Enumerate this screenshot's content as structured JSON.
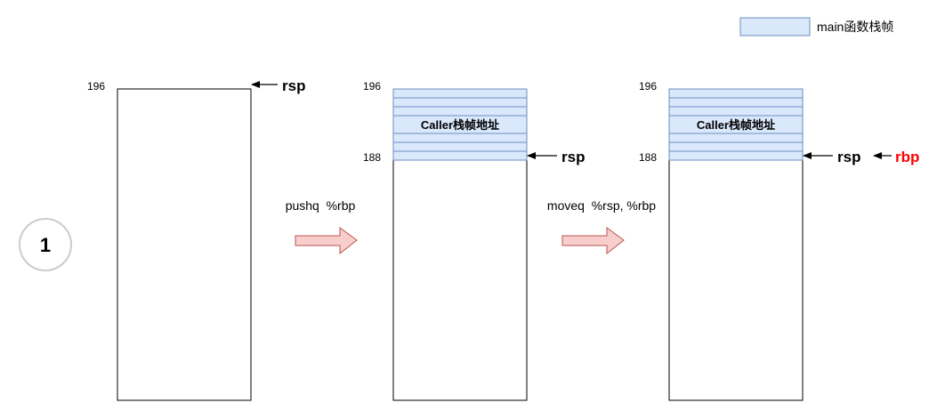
{
  "legend": {
    "label": "main函数栈帧",
    "fill": "#dae8fc",
    "stroke": "#6c8ebf"
  },
  "step_badge": {
    "number": "1"
  },
  "stages": [
    {
      "top_address": "196",
      "pointer_label": "rsp"
    },
    {
      "top_address": "196",
      "filled_label": "Caller栈帧地址",
      "filled_address": "188",
      "pointer_label": "rsp"
    },
    {
      "top_address": "196",
      "filled_label": "Caller栈帧地址",
      "filled_address": "188",
      "pointer_label": "rsp",
      "second_pointer_label": "rbp"
    }
  ],
  "transitions": [
    {
      "instruction": "pushq  %rbp"
    },
    {
      "instruction": "moveq  %rsp, %rbp"
    }
  ],
  "colors": {
    "frame_fill": "#dae8fc",
    "frame_stroke": "#6c8ebf",
    "arrow_fill": "#f8cecc",
    "arrow_stroke": "#b85450",
    "rbp_color": "#ff0000",
    "badge_stroke": "#cccccc"
  }
}
